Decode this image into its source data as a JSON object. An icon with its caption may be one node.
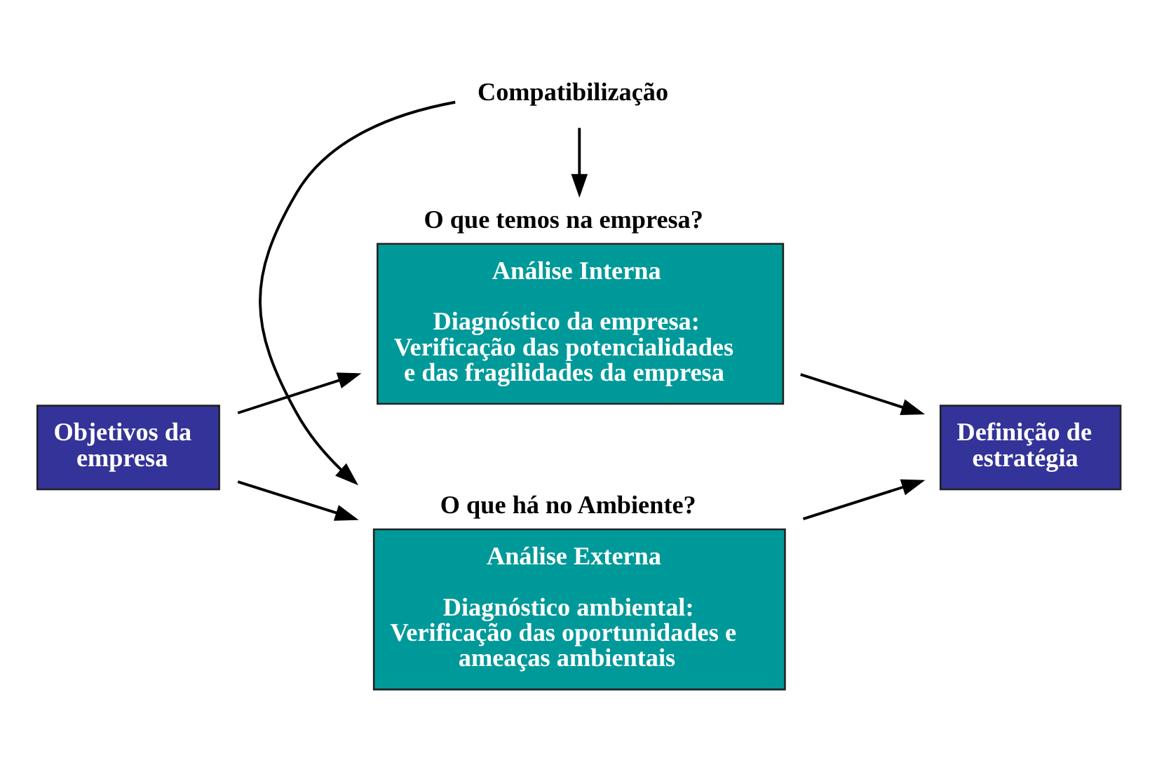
{
  "diagram": {
    "nodes": [
      {
        "text": [
          "Objetivos da empresa"
        ]
      },
      {
        "text": [
          "Análise Externa",
          "Diagnóstico ambiental: Verificação das oportunidades e ameaças ambientais"
        ],
        "beside": [
          "O que há no Ambiente?"
        ]
      },
      {
        "text": [
          "Análise Interna",
          "Diagnóstico da empresa: Verificação das potencialidades e das fragilidades da empresa"
        ],
        "beside": [
          "O que temos na empresa?"
        ]
      },
      {
        "text": [
          "Definição de estratégia"
        ]
      },
      {
        "text": [
          "Compatibilização"
        ]
      }
    ],
    "edges": [
      {
        "from": 0,
        "to": 1,
        "arrow": "to"
      },
      {
        "from": 0,
        "to": 2,
        "arrow": "to"
      },
      {
        "from": 1,
        "to": 3,
        "arrow": "to"
      },
      {
        "from": 2,
        "to": 3,
        "arrow": "to"
      },
      {
        "from": 4,
        "to": 1,
        "arrow": "to"
      },
      {
        "from": 4,
        "to": 2,
        "arrow": "to"
      }
    ]
  }
}
